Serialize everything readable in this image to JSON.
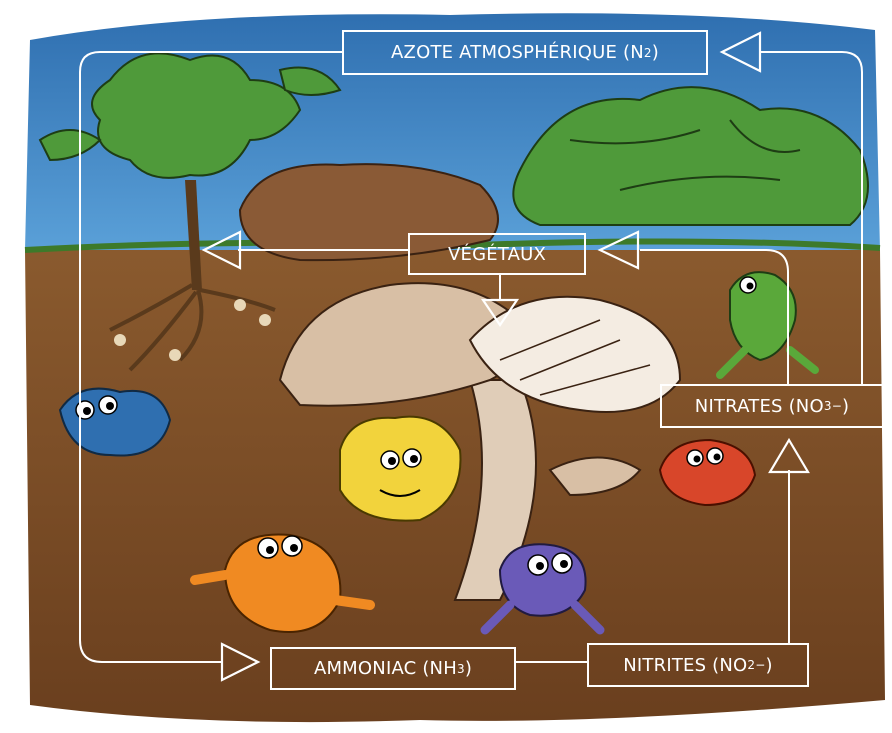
{
  "nodes": {
    "azote": {
      "text": "AZOTE ATMOSPHÉRIQUE (N",
      "sub": "2",
      "end": ")"
    },
    "vegetaux": {
      "text": "VÉGÉTAUX"
    },
    "nitrates": {
      "text": "NITRATES (NO",
      "sub": "3",
      "sup": "−",
      "end": ")"
    },
    "ammoniac": {
      "text": "AMMONIAC (NH",
      "sub": "3",
      "end": ")"
    },
    "nitrites": {
      "text": "NITRITES (NO",
      "sub": "2",
      "sup": "−",
      "end": ")"
    }
  },
  "colors": {
    "sky": "#3f7fc0",
    "soil": "#7a4a25",
    "cycle_line": "#ffffff",
    "leaf": "#4f9a3a",
    "mushroom_cap": "#d8bfa5",
    "mushroom_gills": "#f4ece2"
  },
  "characters": [
    "blue-blob",
    "yellow-blob",
    "orange-blob",
    "purple-blob",
    "red-crab",
    "green-creature"
  ]
}
